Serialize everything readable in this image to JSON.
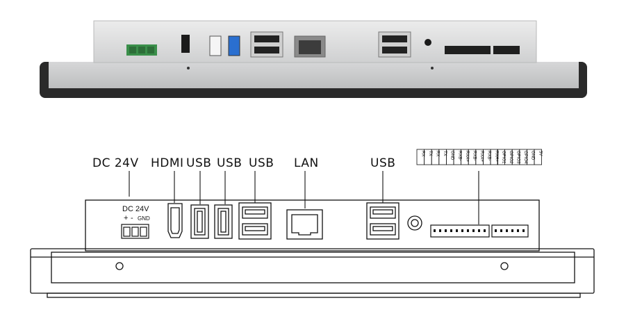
{
  "labels": {
    "dc": "DC 24V",
    "hdmi": "HDMI",
    "usb1": "USB",
    "usb2": "USB",
    "usb3": "USB",
    "lan": "LAN",
    "usb4": "USB"
  },
  "power_block": {
    "title": "DC 24V",
    "plus": "+",
    "minus": "-",
    "gnd": "GND"
  },
  "pins_group_a": [
    "RX",
    "TX",
    "RX",
    "TX",
    "GND",
    "RXB-",
    "RXA+",
    "RXB-",
    "RXA+",
    "RXB-",
    "RXA+"
  ],
  "pins_group_b": [
    "GPIO1",
    "GPIO2",
    "GPIO3",
    "GPIO4",
    "GND",
    "5V"
  ],
  "colors": {
    "frame_dark": "#2a2a2a",
    "panel_grey": "#d9dadb",
    "terminal_green": "#3a8f4a",
    "usb3_blue": "#2a6fd0",
    "outline": "#111111"
  }
}
